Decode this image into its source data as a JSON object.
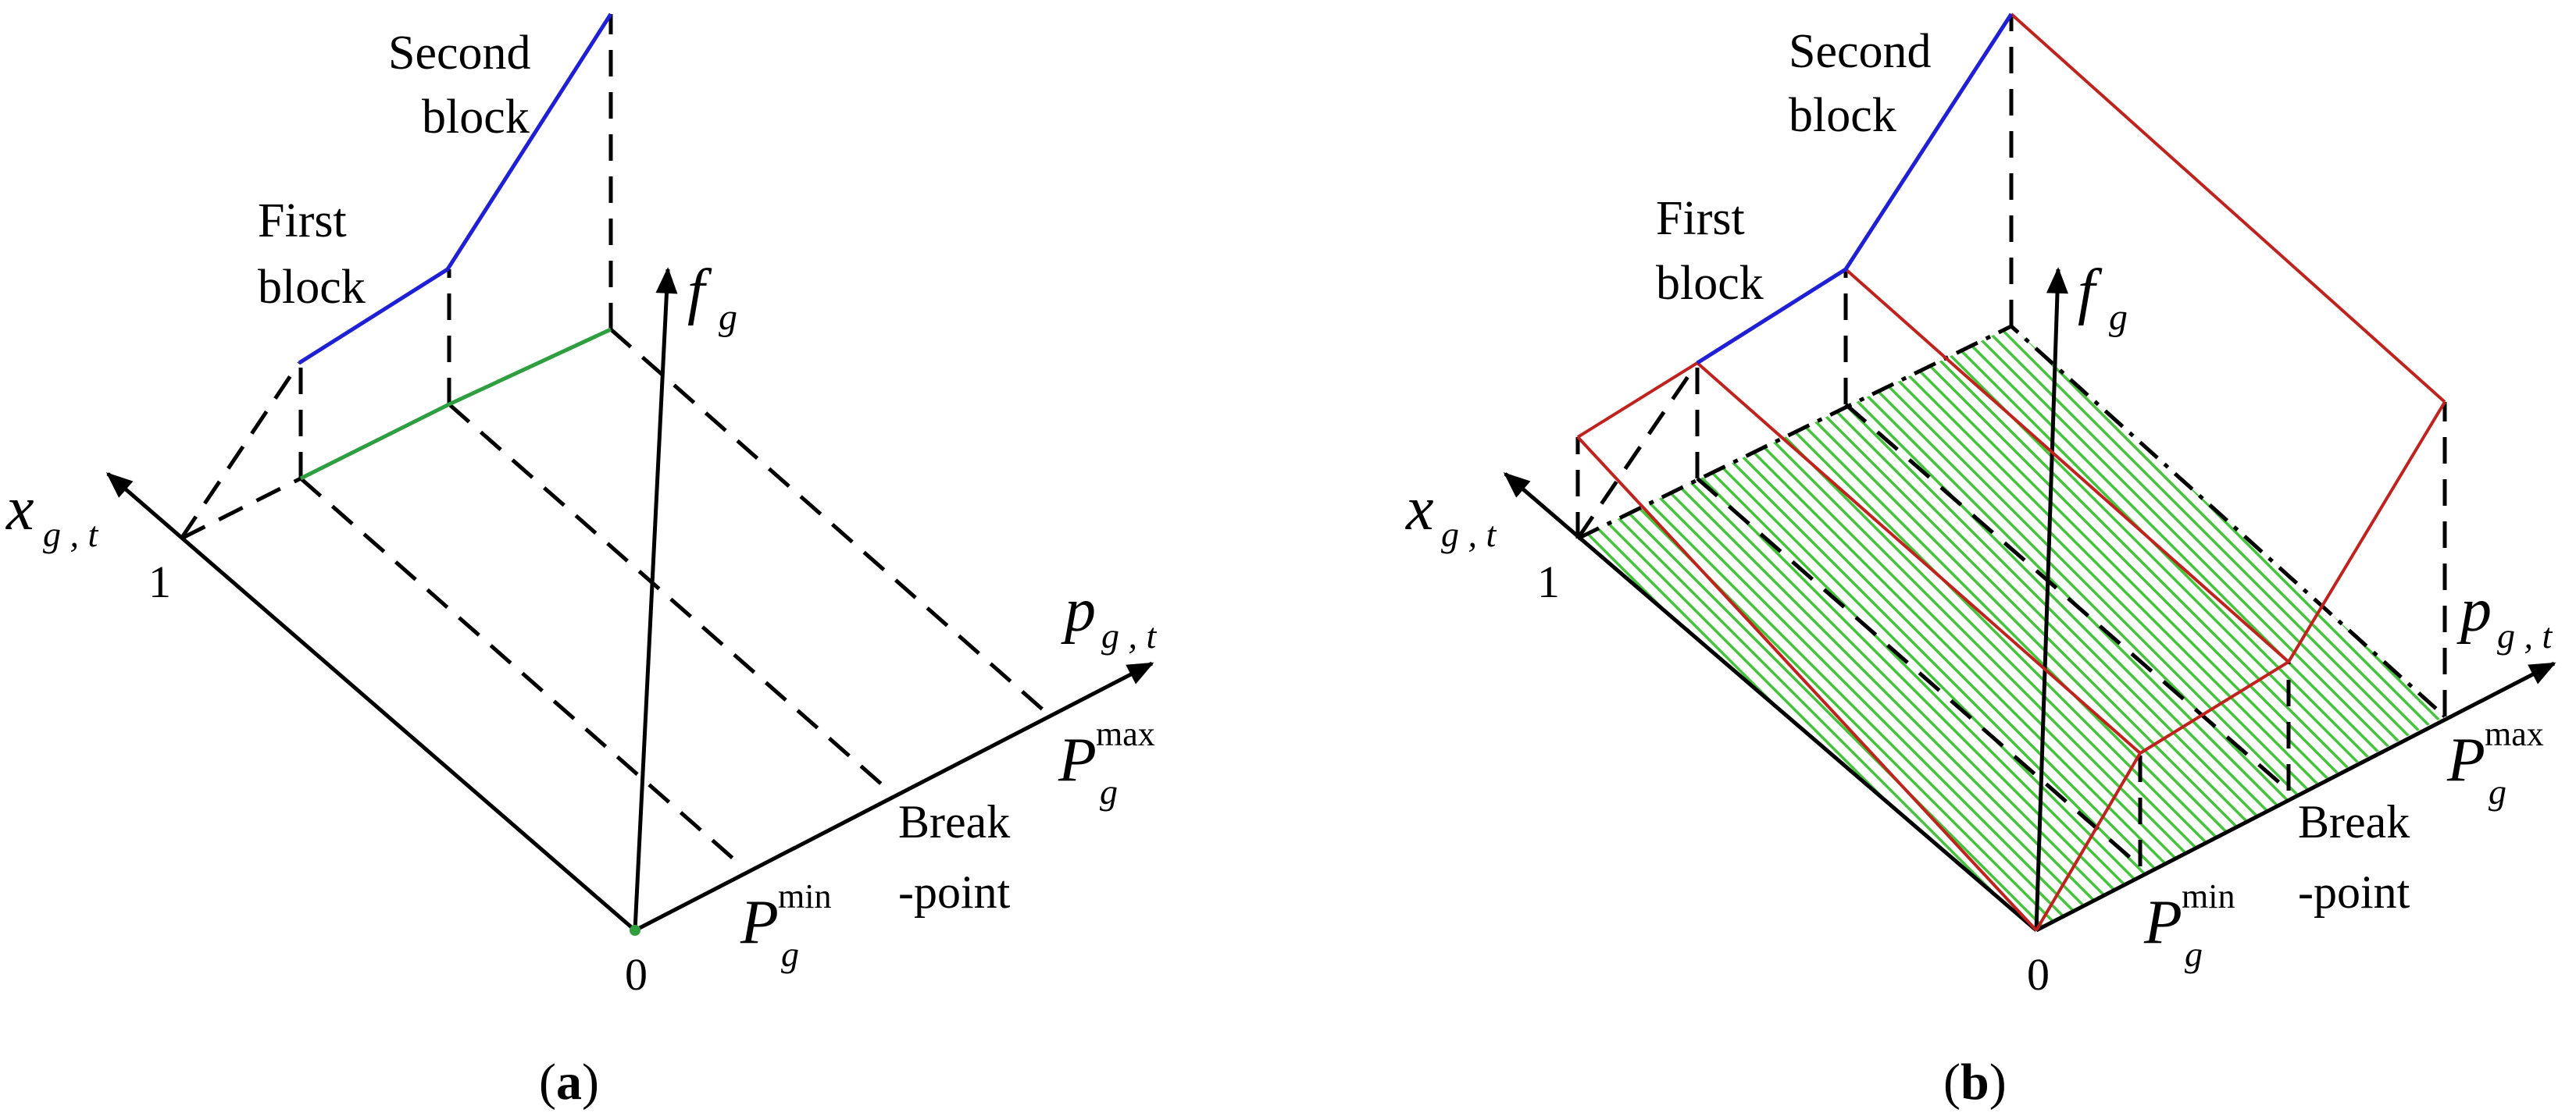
{
  "panel_a": {
    "caption": "a",
    "labels": {
      "second_block_1": "Second",
      "second_block_2": "block",
      "first_block_1": "First",
      "first_block_2": "block",
      "f_axis": "f",
      "f_sub": "g",
      "x_axis": "x",
      "x_sub": "g , t",
      "p_axis": "p",
      "p_sub": "g , t",
      "one": "1",
      "zero": "0",
      "pmax": "P",
      "pmax_sup": "max",
      "pmax_sub": "g",
      "pmin": "P",
      "pmin_sup": "min",
      "pmin_sub": "g",
      "breakpoint_1": "Break",
      "breakpoint_2": "-point"
    }
  },
  "panel_b": {
    "caption": "b",
    "labels": {
      "second_block_1": "Second",
      "second_block_2": "block",
      "first_block_1": "First",
      "first_block_2": "block",
      "f_axis": "f",
      "f_sub": "g",
      "x_axis": "x",
      "x_sub": "g , t",
      "p_axis": "p",
      "p_sub": "g , t",
      "one": "1",
      "zero": "0",
      "pmax": "P",
      "pmax_sup": "max",
      "pmax_sub": "g",
      "pmin": "P",
      "pmin_sup": "min",
      "pmin_sub": "g",
      "breakpoint_1": "Break",
      "breakpoint_2": "-point"
    }
  },
  "colors": {
    "axis": "#000000",
    "blue_cost": "#1f1fd6",
    "green_base": "#2e9e3e",
    "red_hull": "#c0221e",
    "hatch_green": "#43c43a",
    "caption_paren": "#000000"
  },
  "icons": {
    "arrowhead": "arrowhead-icon"
  }
}
